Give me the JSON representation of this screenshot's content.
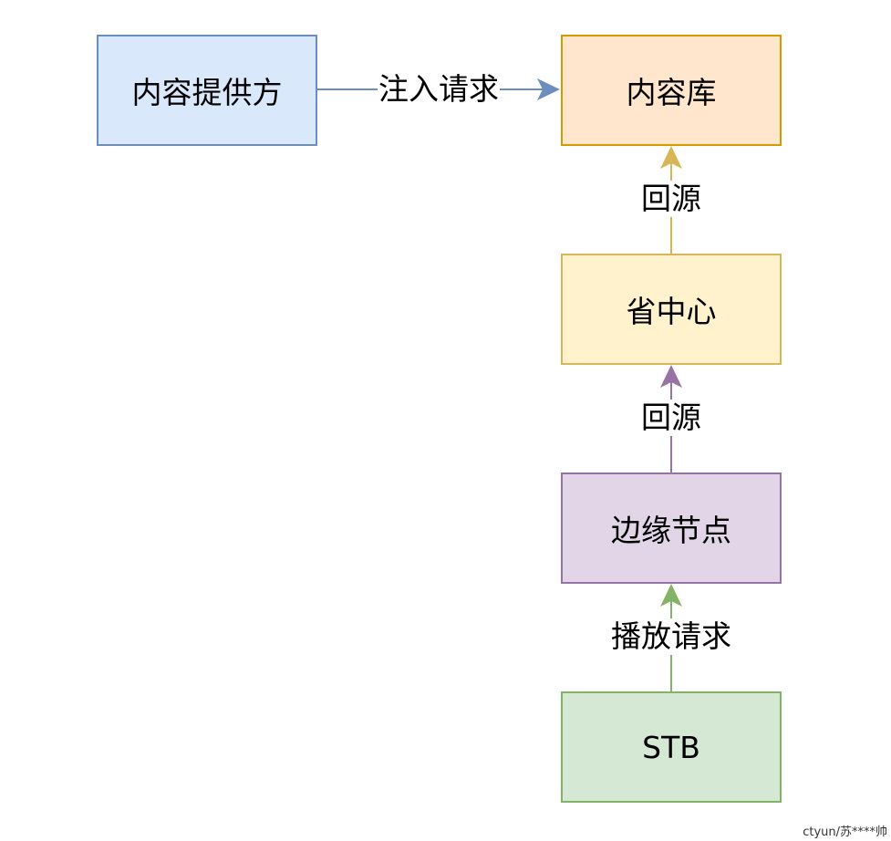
{
  "nodes": {
    "provider": {
      "label": "内容提供方",
      "fill": "#dae8fc",
      "stroke": "#6c8ebf"
    },
    "library": {
      "label": "内容库",
      "fill": "#ffe6cc",
      "stroke": "#d79b00"
    },
    "province": {
      "label": "省中心",
      "fill": "#fff2cc",
      "stroke": "#d6b656"
    },
    "edge": {
      "label": "边缘节点",
      "fill": "#e1d5e7",
      "stroke": "#9673a6"
    },
    "stb": {
      "label": "STB",
      "fill": "#d5e8d4",
      "stroke": "#82b366"
    }
  },
  "edges": {
    "inject": {
      "label": "注入请求",
      "color": "#6c8ebf"
    },
    "origin1": {
      "label": "回源",
      "color": "#d6b656"
    },
    "origin2": {
      "label": "回源",
      "color": "#9673a6"
    },
    "play": {
      "label": "播放请求",
      "color": "#82b366"
    }
  },
  "watermark": "ctyun/苏****帅"
}
